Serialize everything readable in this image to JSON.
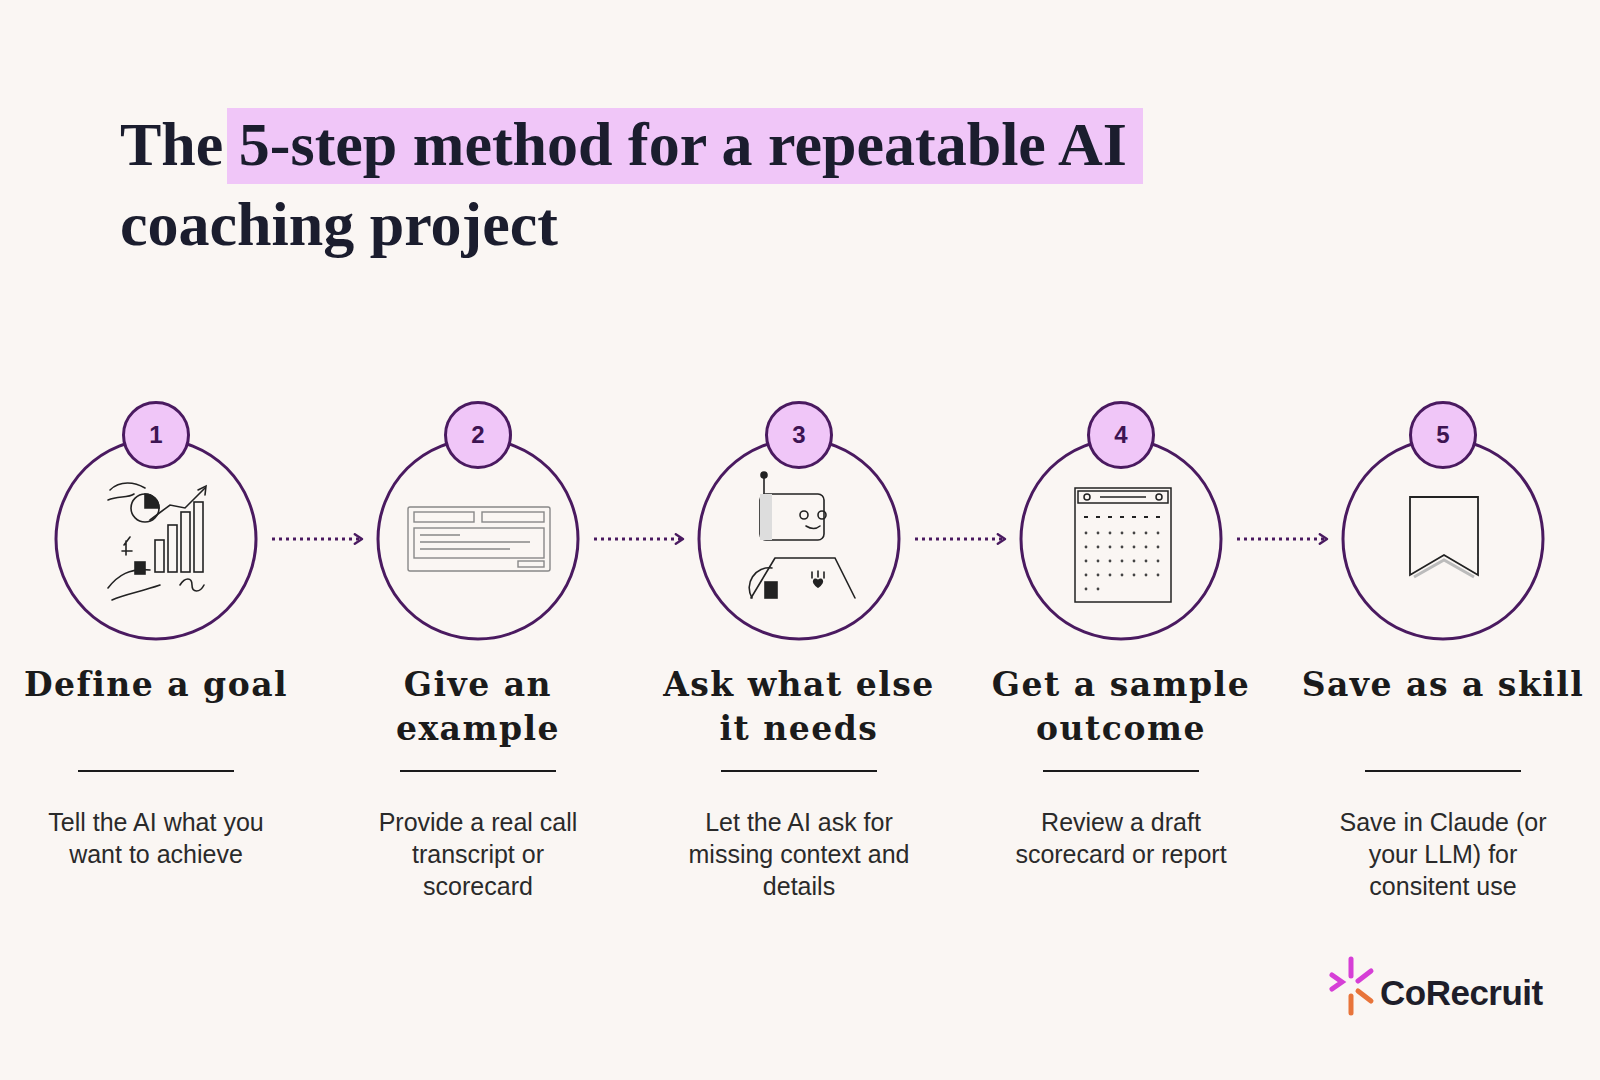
{
  "diagram": {
    "title": "The 5-step method for a repeatable AI coaching project",
    "nodes": [
      {
        "text": [
          "1",
          "Define a goal",
          "Tell the AI what you want to achieve"
        ]
      },
      {
        "text": [
          "2",
          "Give an example",
          "Provide a real call transcript or scorecard"
        ]
      },
      {
        "text": [
          "3",
          "Ask what else it needs",
          "Let the AI ask for missing context and details"
        ]
      },
      {
        "text": [
          "4",
          "Get a sample outcome",
          "Review a draft scorecard or report"
        ]
      },
      {
        "text": [
          "5",
          "Save as a skill",
          "Save in Claude (or your LLM) for consitent use"
        ]
      }
    ],
    "edges": [
      {
        "from": 0,
        "to": 1,
        "arrow": "to"
      },
      {
        "from": 1,
        "to": 2,
        "arrow": "to"
      },
      {
        "from": 2,
        "to": 3,
        "arrow": "to"
      },
      {
        "from": 3,
        "to": 4,
        "arrow": "to"
      }
    ],
    "labels": [
      "CoRecruit"
    ]
  }
}
